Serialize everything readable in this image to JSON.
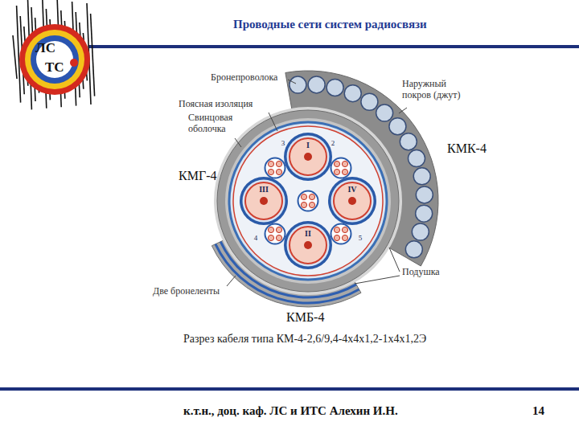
{
  "diagram": {
    "title": "Проводные сети систем радиосвязи",
    "caption": "Разрез кабеля типа КМ-4-2,6/9,4-4х4х1,2-1х4х1,2Э",
    "labels": [
      "ЛС",
      "ТС",
      "Бронепроволока",
      "Наружный покров (джут)",
      "Поясная изоляция",
      "Свинцовая оболочка",
      "КМК-4",
      "КМГ-4",
      "I",
      "III",
      "IV",
      "II",
      "3",
      "2",
      "4",
      "5",
      "Подушка",
      "Две бронеленты",
      "КМБ-4",
      "к.т.н., доц. каф. ЛС и ИТС Алехин И.Н.",
      "14"
    ]
  }
}
